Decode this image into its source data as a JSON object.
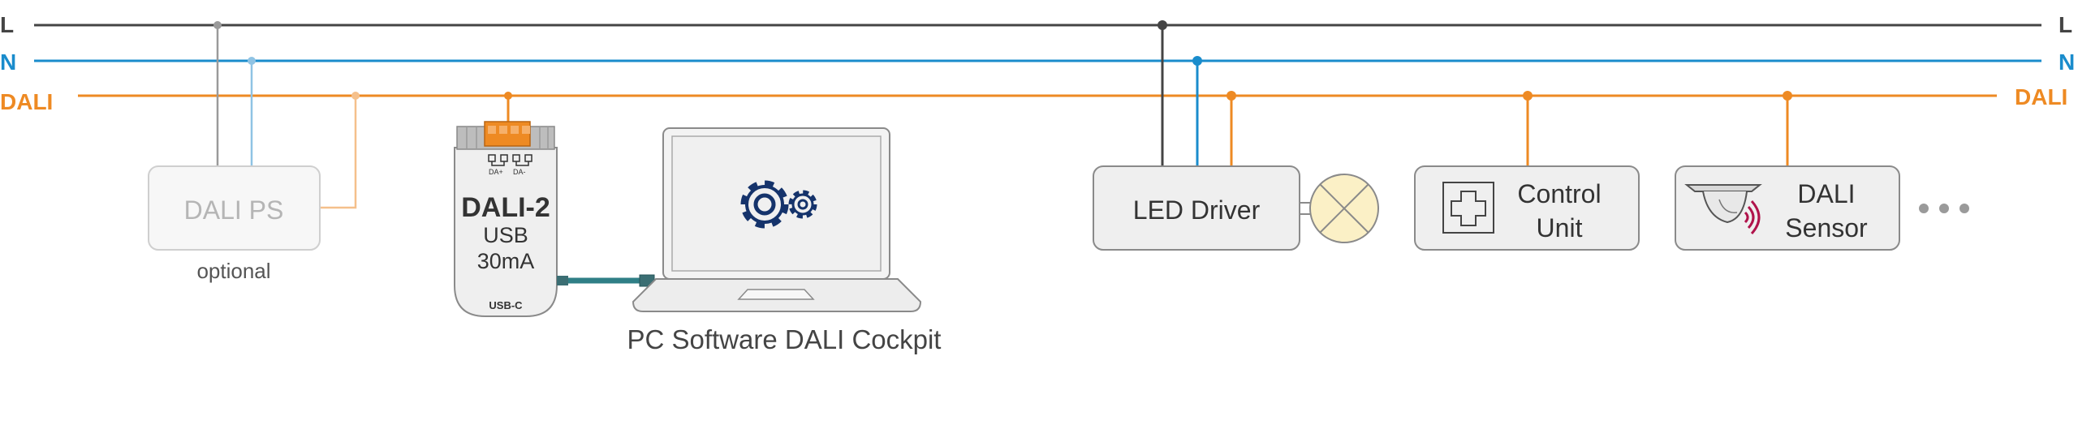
{
  "colors": {
    "line_l": "#444444",
    "line_n": "#1a8ccc",
    "line_dali": "#ee8a23",
    "box_fill": "#efefef",
    "box_stroke": "#8a8a8a",
    "faded": "#b5b5b5",
    "gear": "#15336b",
    "sensor_waves": "#b0134b"
  },
  "bus": {
    "l_label": "L",
    "n_label": "N",
    "dali_label": "DALI"
  },
  "dali_ps": {
    "label": "DALI PS",
    "note": "optional"
  },
  "usb_interface": {
    "title": "DALI-2",
    "line1": "USB",
    "line2": "30mA",
    "port": "USB-C",
    "terminal_left": "DA+",
    "terminal_right": "DA-"
  },
  "laptop": {
    "icon": "gears-icon",
    "caption": "PC Software DALI Cockpit"
  },
  "led_driver": {
    "label": "LED Driver",
    "lamp_icon": "lamp-icon"
  },
  "control_unit": {
    "line1": "Control",
    "line2": "Unit",
    "icon": "control-unit-icon"
  },
  "dali_sensor": {
    "line1": "DALI",
    "line2": "Sensor",
    "icon": "sensor-icon"
  },
  "more": {
    "icon": "ellipsis-icon"
  }
}
